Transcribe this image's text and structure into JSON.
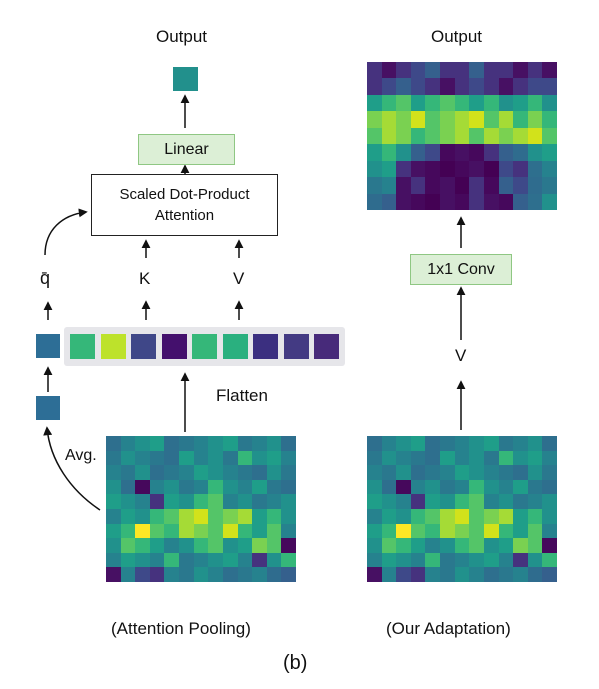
{
  "left": {
    "output_label": "Output",
    "linear_label": "Linear",
    "attention_line1": "Scaled Dot-Product",
    "attention_line2": "Attention",
    "q_label": "q̄",
    "k_label": "K",
    "v_label": "V",
    "flatten_label": "Flatten",
    "avg_label": "Avg.",
    "caption": "(Attention Pooling)"
  },
  "right": {
    "output_label": "Output",
    "conv_label": "1x1 Conv",
    "v_label": "V",
    "caption": "(Our Adaptation)"
  },
  "figure_label": "(b)",
  "colors": {
    "output_square": "#22908c",
    "query_square": "#2d6e96",
    "token_strip_bg": "#e6e6ea",
    "tokens": [
      "#35b779",
      "#bde22b",
      "#3f4788",
      "#44106d",
      "#35b779",
      "#2ab07f",
      "#3b2f80",
      "#433a83",
      "#472a7a"
    ],
    "green_box_bg": "#dcefd6",
    "green_box_border": "#8fc783"
  },
  "heatmap_input": [
    "HJKLHIJKLIJKH",
    "IKJIHLJKIMKLJ",
    "JIKHIJLKJIHKI",
    "KHBJKIJMKJLIH",
    "LKJDLKMNJKIJK",
    "JLKMNPQNOPLMK",
    "LMRNMPONQMLNJ",
    "KNMLJKMNKLONB",
    "JLKJMIJKLJDKM",
    "CJEDJIKJHIJGF"
  ],
  "heatmap_output": [
    "DCDEFDDFDDCDC",
    "DEFEDCDEDCDEE",
    "LMNLMNMLMKLMK",
    "OPOQNOPQNPMOM",
    "NPOMNOPNPOPQN",
    "LMKFEBCBDFGKL",
    "KLDCBABCAEDHJ",
    "IJCDBCADBFEGI",
    "GFCBACBDCBFHK"
  ],
  "palette": {
    "A": "#440154",
    "B": "#46085c",
    "C": "#471063",
    "D": "#46327e",
    "E": "#3e4989",
    "F": "#35608d",
    "G": "#2f6c8e",
    "H": "#2e6f8e",
    "I": "#2a788e",
    "J": "#26828e",
    "K": "#21918c",
    "L": "#1f9e89",
    "M": "#35b779",
    "N": "#54c568",
    "O": "#7ad151",
    "P": "#a5db36",
    "Q": "#d2e21b",
    "R": "#fde725"
  }
}
